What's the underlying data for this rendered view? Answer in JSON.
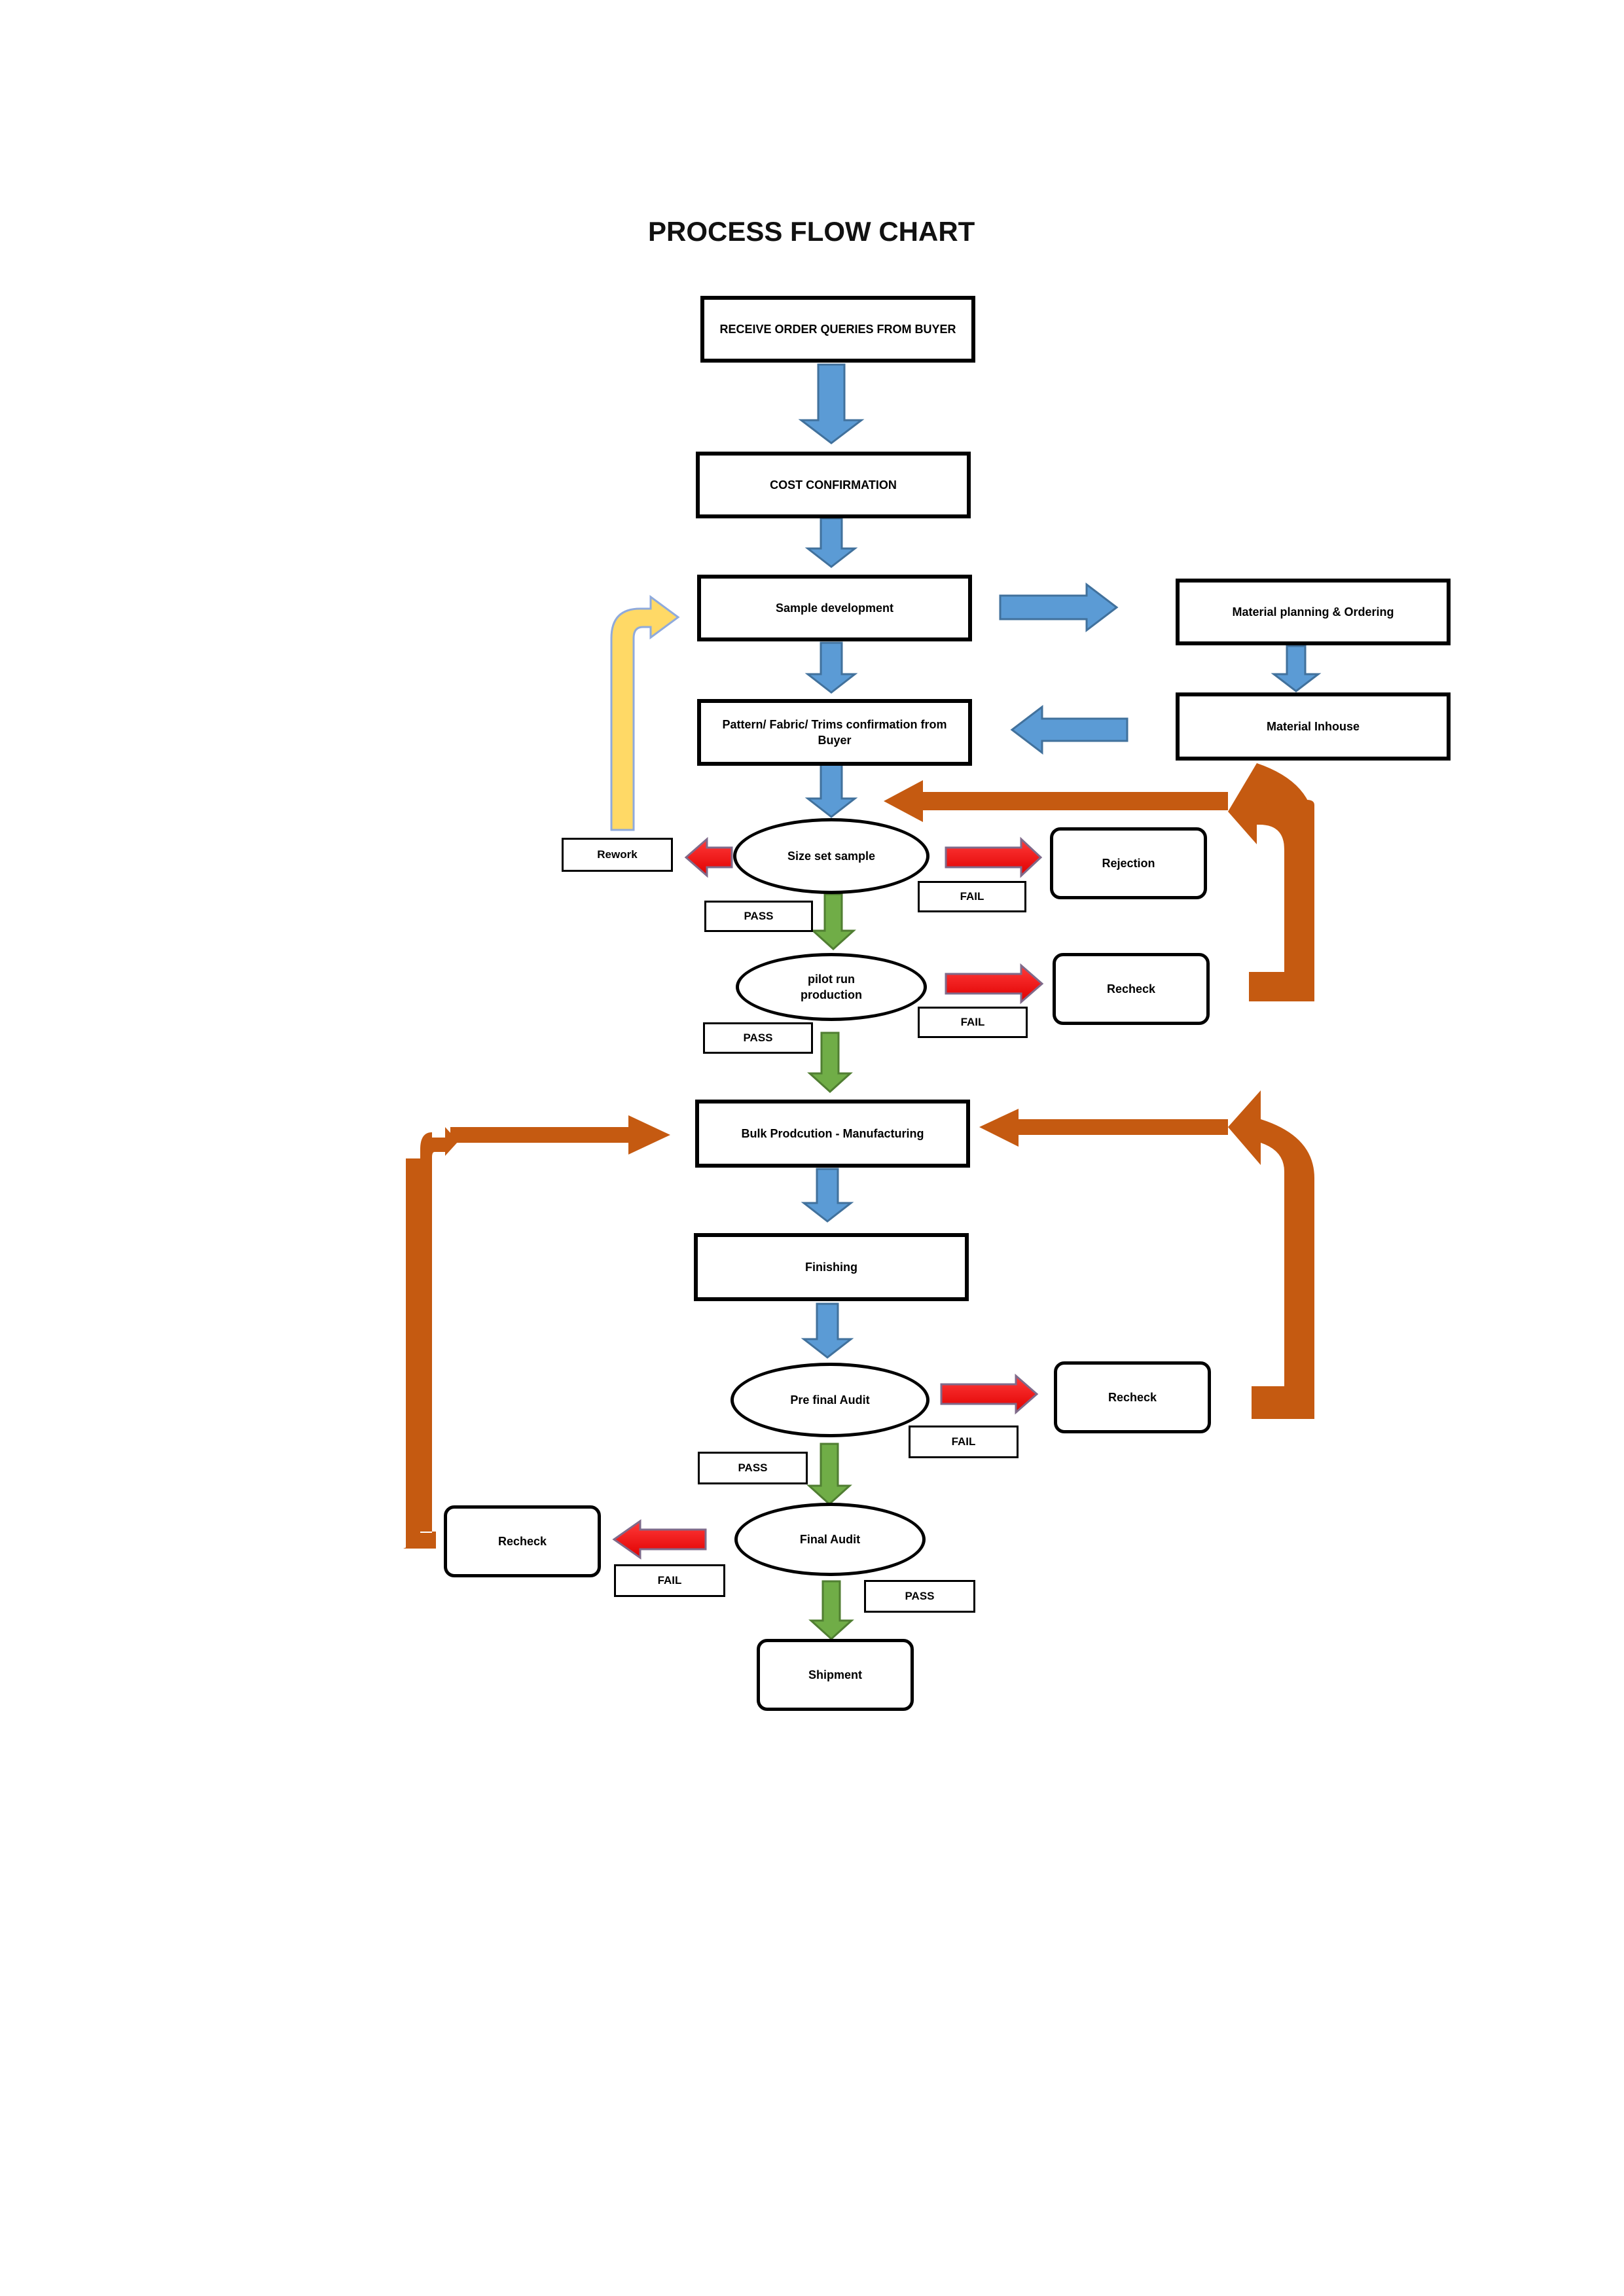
{
  "title": "PROCESS FLOW CHART",
  "nodes": {
    "receive_order": "RECEIVE ORDER QUERIES FROM BUYER",
    "cost_confirmation": "COST CONFIRMATION",
    "sample_development": "Sample development",
    "material_planning": "Material planning & Ordering",
    "pattern_confirmation": "Pattern/ Fabric/ Trims confirmation from Buyer",
    "material_inhouse": "Material Inhouse",
    "size_set_sample": "Size set sample",
    "rework": "Rework",
    "rejection": "Rejection",
    "pilot_run": "pilot run production",
    "recheck_pilot": "Recheck",
    "bulk_production": "Bulk Prodcution - Manufacturing",
    "finishing": "Finishing",
    "pre_final_audit": "Pre final Audit",
    "recheck_pre_final": "Recheck",
    "final_audit": "Final Audit",
    "recheck_final": "Recheck",
    "shipment": "Shipment"
  },
  "labels": {
    "size_set_fail": "FAIL",
    "size_set_pass": "PASS",
    "pilot_fail": "FAIL",
    "pilot_pass": "PASS",
    "pre_final_fail": "FAIL",
    "pre_final_pass": "PASS",
    "final_fail": "FAIL",
    "final_pass": "PASS"
  },
  "colors": {
    "flow_arrow": "#5b9bd5",
    "pass_arrow": "#70ad47",
    "fail_arrow": "#ff0000",
    "loop_arrow": "#c55a11",
    "rework_arrow": "#ffd966"
  }
}
